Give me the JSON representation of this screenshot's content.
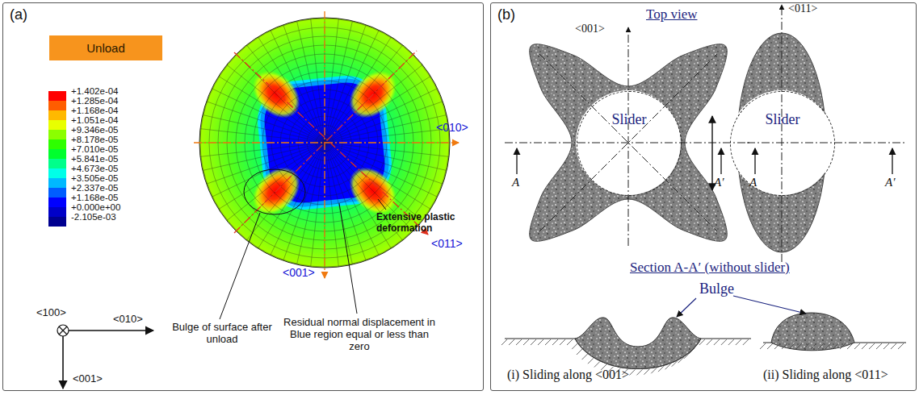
{
  "diagram": {
    "nodes": [
      {
        "text": [
          "(a)"
        ]
      },
      {
        "text": [
          "Unload"
        ],
        "in": 0
      },
      {
        "text": [
          "(b)"
        ]
      },
      {
        "text": [
          "Slider"
        ],
        "in": 2
      },
      {
        "text": [
          "Slider"
        ],
        "in": 2
      }
    ],
    "labels": [
      "<010>",
      "<011>",
      "<001>",
      "Extensive plastic deformation",
      "<100>",
      "<010>",
      "<001>",
      "Bulge of surface after unload",
      "Residual normal displacement in Blue region equal or less than zero",
      "<001>",
      "Top view",
      "<011>",
      "A",
      "A′",
      "A",
      "A′",
      "Section A-A′ (without slider)",
      "Bulge",
      "(i) Sliding along <001>",
      "(ii) Sliding along <011>"
    ],
    "legend": [
      {
        "text": "+1.402e-04",
        "color": "#ff0000"
      },
      {
        "text": "+1.285e-04",
        "color": "#ff5d00"
      },
      {
        "text": "+1.168e-04",
        "color": "#ffb900"
      },
      {
        "text": "+1.051e-04",
        "color": "#e8ff00"
      },
      {
        "text": "+9.346e-05",
        "color": "#8bff00"
      },
      {
        "text": "+8.178e-05",
        "color": "#2eff00"
      },
      {
        "text": "+7.010e-05",
        "color": "#00ff2e"
      },
      {
        "text": "+5.841e-05",
        "color": "#00ff8b"
      },
      {
        "text": "+4.673e-05",
        "color": "#00ffe8"
      },
      {
        "text": "+3.505e-05",
        "color": "#00b9ff"
      },
      {
        "text": "+2.337e-05",
        "color": "#005dff"
      },
      {
        "text": "+1.168e-05",
        "color": "#0000ff"
      },
      {
        "text": "+0.000e+00",
        "color": "#0000c8"
      },
      {
        "text": "-2.105e-03",
        "color": "#000090"
      }
    ]
  }
}
